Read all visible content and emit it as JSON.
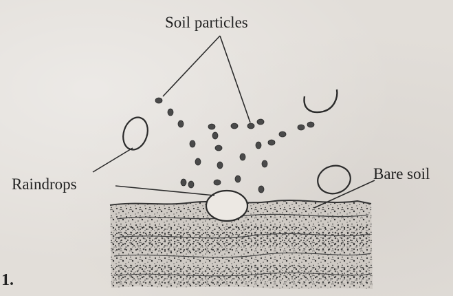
{
  "labels": {
    "soil_particles": "Soil particles",
    "raindrops": "Raindrops",
    "bare_soil": "Bare soil",
    "figure_number": "1."
  }
}
